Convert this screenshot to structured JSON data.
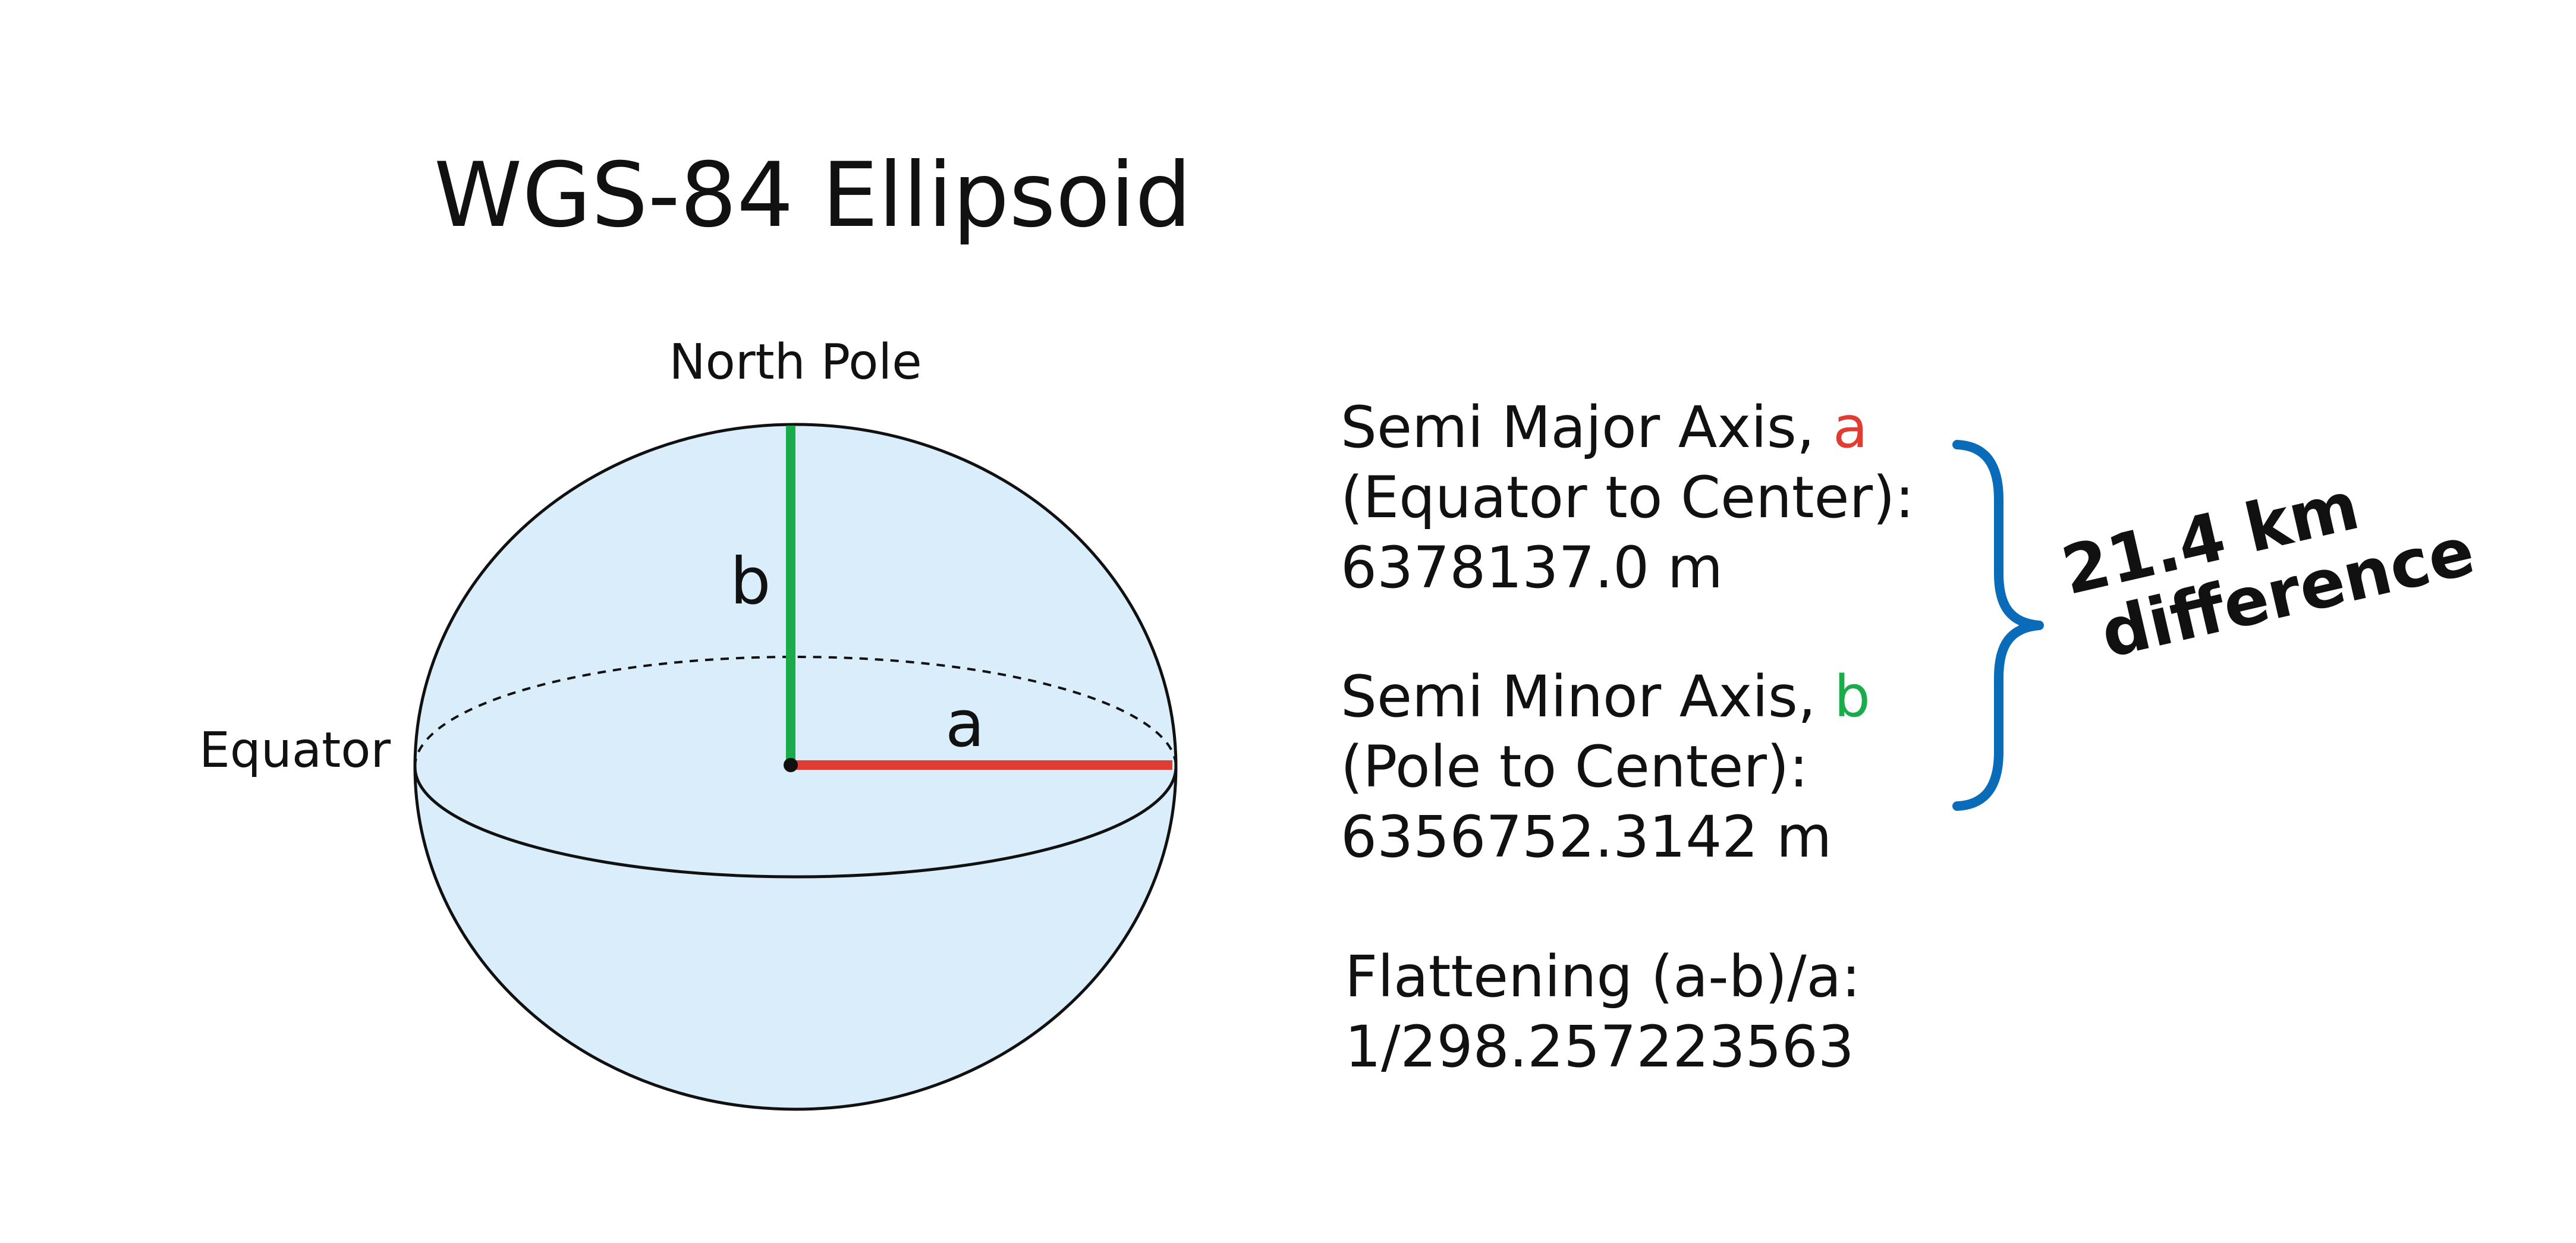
{
  "title": "WGS-84 Ellipsoid",
  "labels": {
    "north_pole": "North Pole",
    "equator": "Equator",
    "b": "b",
    "a": "a"
  },
  "semi_major": {
    "line1_prefix": "Semi Major Axis, ",
    "symbol": "a",
    "line2": "(Equator to Center):",
    "value": "6378137.0 m"
  },
  "semi_minor": {
    "line1_prefix": "Semi Minor Axis, ",
    "symbol": "b",
    "line2": "(Pole to Center):",
    "value": "6356752.3142 m"
  },
  "flattening": {
    "line1": "Flattening (a-b)/a:",
    "value": "1/298.257223563"
  },
  "difference": {
    "line1": "21.4 km",
    "line2": "difference"
  },
  "colors": {
    "fill": "#d9eefa",
    "outline": "#111111",
    "a_axis": "#e03c31",
    "b_axis": "#1aab4b",
    "difference": "#0a6bb8"
  }
}
